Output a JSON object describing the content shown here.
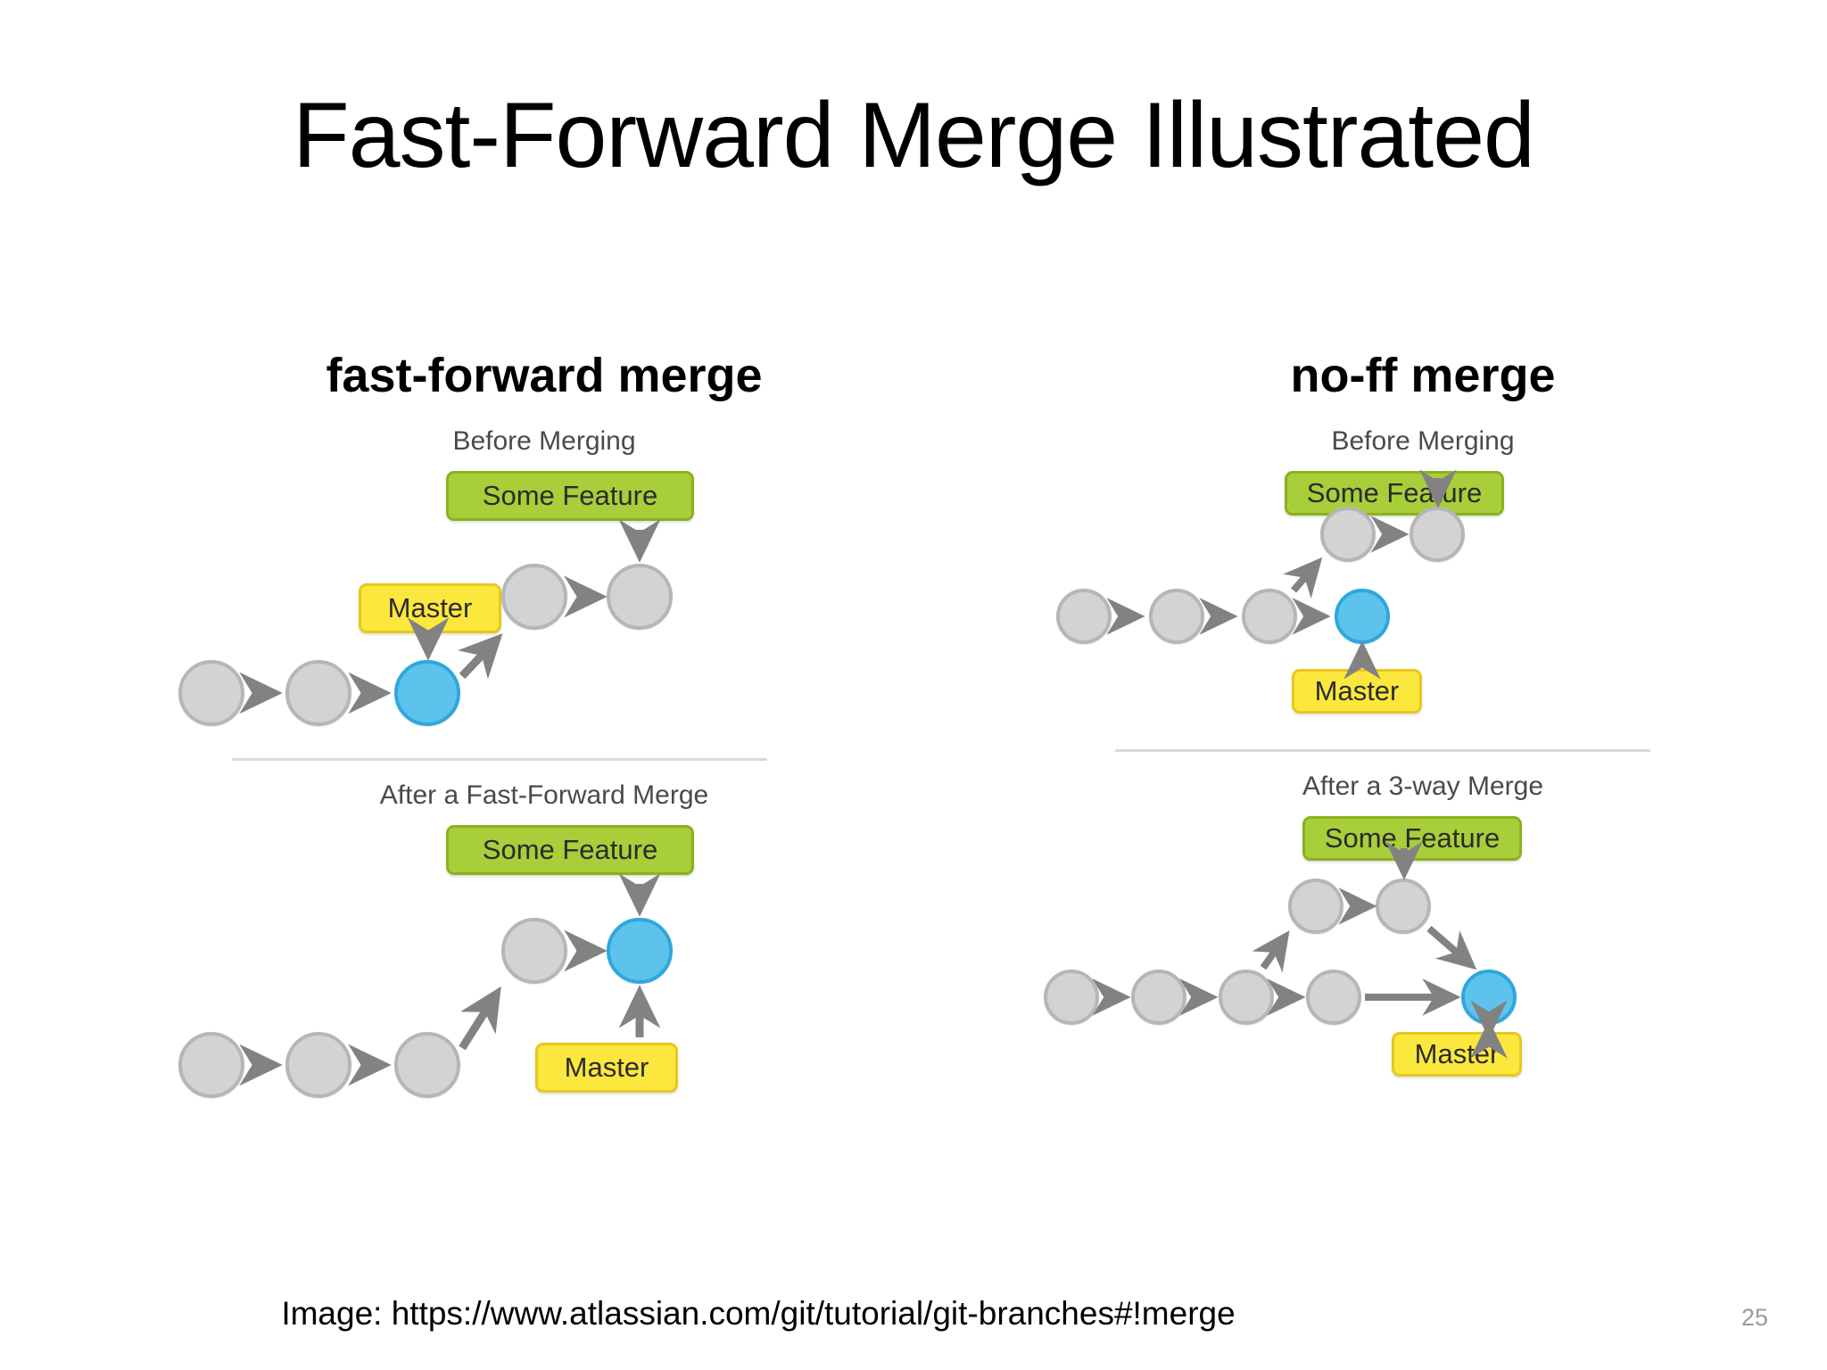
{
  "slide": {
    "title": "Fast-Forward Merge Illustrated",
    "page_number": "25",
    "source_caption": "Image: https://www.atlassian.com/git/tutorial/git-branches#!merge"
  },
  "colors": {
    "feature_label_fill": "#a8ce39",
    "feature_label_border": "#8ab220",
    "master_label_fill": "#fce73d",
    "master_label_border": "#e6c820",
    "commit_gray_fill": "#d3d3d3",
    "commit_gray_border": "#b6b6b6",
    "commit_blue_fill": "#5ec3ec",
    "commit_blue_border": "#2fa7dd",
    "arrow_gray": "#828282",
    "divider_gray": "#d9d9d9",
    "section_label_gray": "#4a4a4a",
    "page_number_gray": "#9a9a9a"
  },
  "panels": [
    {
      "id": "fast-forward",
      "heading": "fast-forward merge",
      "sections": [
        {
          "id": "ff-before",
          "label": "Before Merging",
          "labels": {
            "feature": "Some Feature",
            "master": "Master"
          }
        },
        {
          "id": "ff-after",
          "label": "After a Fast-Forward Merge",
          "labels": {
            "feature": "Some Feature",
            "master": "Master"
          }
        }
      ]
    },
    {
      "id": "no-ff",
      "heading": "no-ff merge",
      "sections": [
        {
          "id": "noff-before",
          "label": "Before Merging",
          "labels": {
            "feature": "Some Feature",
            "master": "Master"
          }
        },
        {
          "id": "noff-after",
          "label": "After a 3-way Merge",
          "labels": {
            "feature": "Some Feature",
            "master": "Master"
          }
        }
      ]
    }
  ],
  "chart_data": {
    "type": "diagram",
    "title": "Fast-Forward Merge Illustrated",
    "description": "Four git commit-graph diagrams comparing a fast-forward merge with a no-ff (3-way) merge.",
    "graphs": [
      {
        "id": "ff-before",
        "caption": "Before Merging",
        "commits": [
          {
            "id": "c1",
            "color": "gray",
            "row": "main",
            "order": 1
          },
          {
            "id": "c2",
            "color": "gray",
            "row": "main",
            "order": 2
          },
          {
            "id": "c3",
            "color": "blue",
            "row": "main",
            "order": 3,
            "branch_tip": "Master"
          },
          {
            "id": "f1",
            "color": "gray",
            "row": "feature",
            "order": 4
          },
          {
            "id": "f2",
            "color": "gray",
            "row": "feature",
            "order": 5,
            "branch_tip": "Some Feature"
          }
        ],
        "edges": [
          [
            "c1",
            "c2"
          ],
          [
            "c2",
            "c3"
          ],
          [
            "c3",
            "f1"
          ],
          [
            "f1",
            "f2"
          ]
        ]
      },
      {
        "id": "ff-after",
        "caption": "After a Fast-Forward Merge",
        "commits": [
          {
            "id": "c1",
            "color": "gray",
            "row": "main",
            "order": 1
          },
          {
            "id": "c2",
            "color": "gray",
            "row": "main",
            "order": 2
          },
          {
            "id": "c3",
            "color": "gray",
            "row": "main",
            "order": 3
          },
          {
            "id": "f1",
            "color": "gray",
            "row": "feature",
            "order": 4
          },
          {
            "id": "f2",
            "color": "blue",
            "row": "feature",
            "order": 5,
            "branch_tip": "Some Feature, Master"
          }
        ],
        "edges": [
          [
            "c1",
            "c2"
          ],
          [
            "c2",
            "c3"
          ],
          [
            "c3",
            "f1"
          ],
          [
            "f1",
            "f2"
          ]
        ]
      },
      {
        "id": "noff-before",
        "caption": "Before Merging",
        "commits": [
          {
            "id": "c1",
            "color": "gray",
            "row": "main",
            "order": 1
          },
          {
            "id": "c2",
            "color": "gray",
            "row": "main",
            "order": 2
          },
          {
            "id": "c3",
            "color": "gray",
            "row": "main",
            "order": 3
          },
          {
            "id": "c4",
            "color": "blue",
            "row": "main",
            "order": 4,
            "branch_tip": "Master"
          },
          {
            "id": "f1",
            "color": "gray",
            "row": "feature",
            "order": 5
          },
          {
            "id": "f2",
            "color": "gray",
            "row": "feature",
            "order": 6,
            "branch_tip": "Some Feature"
          }
        ],
        "edges": [
          [
            "c1",
            "c2"
          ],
          [
            "c2",
            "c3"
          ],
          [
            "c3",
            "c4"
          ],
          [
            "c3",
            "f1"
          ],
          [
            "f1",
            "f2"
          ]
        ]
      },
      {
        "id": "noff-after",
        "caption": "After a 3-way Merge",
        "commits": [
          {
            "id": "c1",
            "color": "gray",
            "row": "main",
            "order": 1
          },
          {
            "id": "c2",
            "color": "gray",
            "row": "main",
            "order": 2
          },
          {
            "id": "c3",
            "color": "gray",
            "row": "main",
            "order": 3
          },
          {
            "id": "c4",
            "color": "gray",
            "row": "main",
            "order": 4
          },
          {
            "id": "f1",
            "color": "gray",
            "row": "feature",
            "order": 5
          },
          {
            "id": "f2",
            "color": "gray",
            "row": "feature",
            "order": 6,
            "branch_tip": "Some Feature"
          },
          {
            "id": "m",
            "color": "blue",
            "row": "main",
            "order": 7,
            "branch_tip": "Master",
            "merge_commit": true
          }
        ],
        "edges": [
          [
            "c1",
            "c2"
          ],
          [
            "c2",
            "c3"
          ],
          [
            "c3",
            "c4"
          ],
          [
            "c3",
            "f1"
          ],
          [
            "f1",
            "f2"
          ],
          [
            "c4",
            "m"
          ],
          [
            "f2",
            "m"
          ]
        ]
      }
    ]
  }
}
